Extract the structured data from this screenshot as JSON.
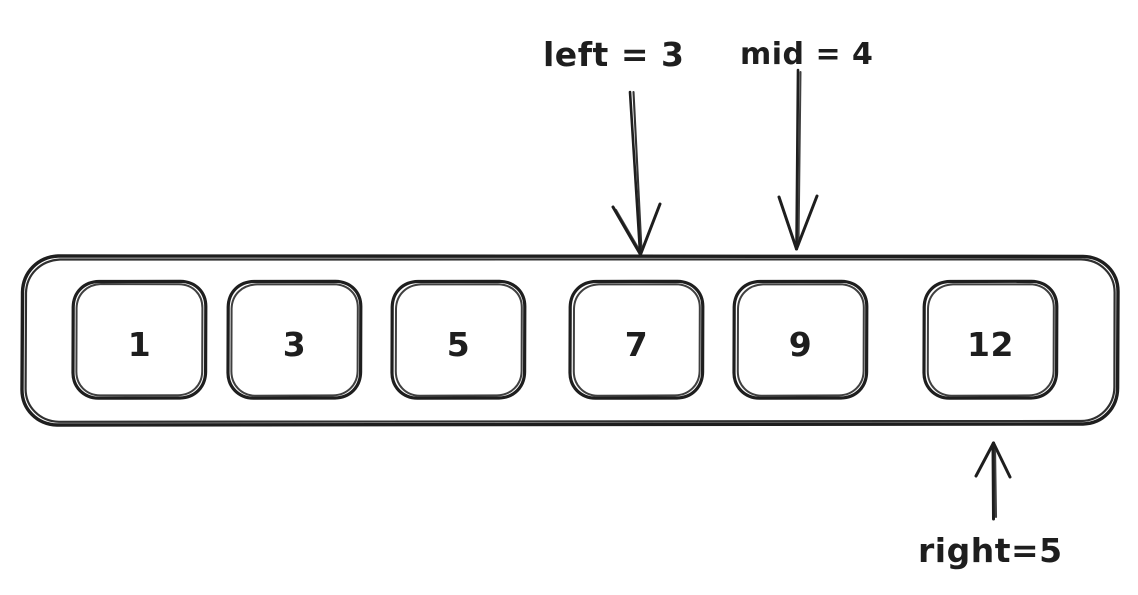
{
  "diagram": {
    "title": "Binary search array pointer diagram",
    "style": "hand-drawn-sketch",
    "stroke_color": "#1e1e1e",
    "background_color": "#ffffff",
    "array": {
      "name": "array-container",
      "cells": [
        {
          "index": 0,
          "value": "1"
        },
        {
          "index": 1,
          "value": "3"
        },
        {
          "index": 2,
          "value": "5"
        },
        {
          "index": 3,
          "value": "7"
        },
        {
          "index": 4,
          "value": "9"
        },
        {
          "index": 5,
          "value": "12"
        }
      ]
    },
    "annotations": [
      {
        "id": "left",
        "label": "left = 3",
        "variable": "left",
        "value": "3",
        "points_to_index": 3,
        "arrow_direction": "down"
      },
      {
        "id": "mid",
        "label": "mid = 4",
        "variable": "mid",
        "value": "4",
        "points_to_index": 4,
        "arrow_direction": "down"
      },
      {
        "id": "right",
        "label": "right=5",
        "variable": "right",
        "value": "5",
        "points_to_index": 5,
        "arrow_direction": "up"
      }
    ]
  }
}
